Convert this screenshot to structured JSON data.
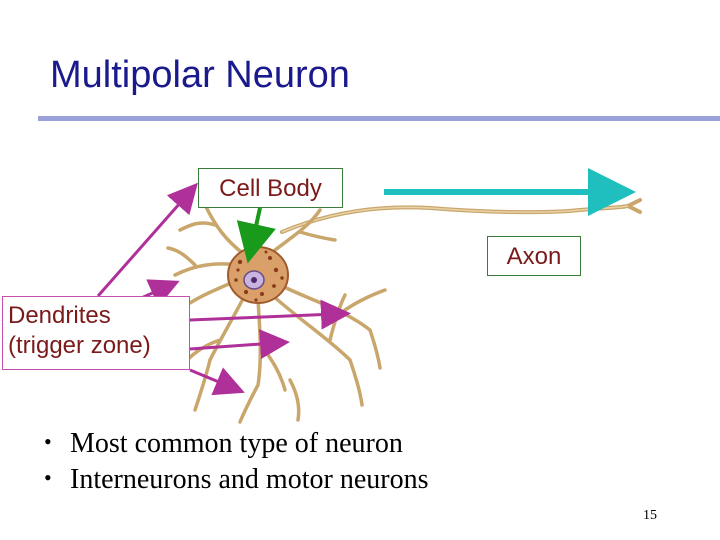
{
  "slide": {
    "title": "Multipolar Neuron",
    "page_number": "15"
  },
  "labels": {
    "cell_body": "Cell Body",
    "axon": "Axon",
    "dendrites_line1": "Dendrites",
    "dendrites_line2": "(trigger zone)"
  },
  "bullets": [
    "Most common type of neuron",
    "Interneurons and motor neurons"
  ],
  "colors": {
    "title": "#1a1a8c",
    "cell_body_arrow": "#1a9a1a",
    "axon_arrow": "#1fbfbf",
    "dendrite_arrows": "#b0309a",
    "label_text": "#7a1a1a"
  }
}
